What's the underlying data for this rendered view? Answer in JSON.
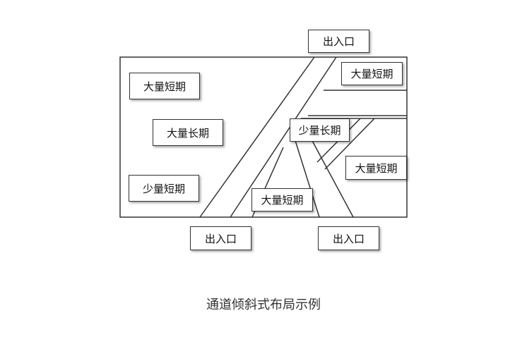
{
  "labels": {
    "top_entrance": "出入口",
    "bottom_left_entrance": "出入口",
    "bottom_right_entrance": "出入口",
    "left_large_short_1": "大量短期",
    "left_large_long": "大量长期",
    "left_small_short": "少量短期",
    "top_right_large_short": "大量短期",
    "center_small_long": "少量长期",
    "right_large_short": "大量短期",
    "bottom_center_large_short": "大量短期"
  },
  "caption": "通道倾斜式布局示例"
}
